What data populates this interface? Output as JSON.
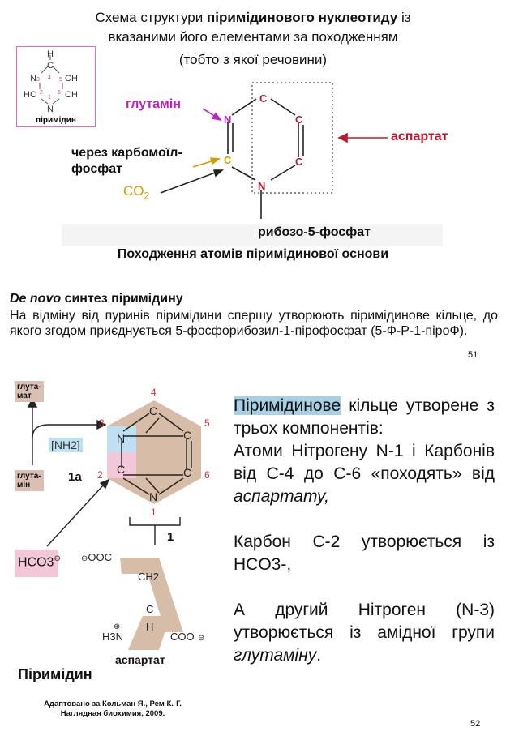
{
  "top": {
    "title_plain_1": "Схема структури ",
    "title_bold": "піримідинового нуклеотиду",
    "title_plain_2": " із",
    "title_line2": "вказаними його елементами за походженням",
    "subtitle": "(тобто з якої речовини)",
    "inset": {
      "atoms": [
        "H",
        "C",
        "N",
        "3",
        "4",
        "5",
        "CH",
        "HC",
        "2",
        "1",
        "6",
        "CH",
        "N"
      ],
      "label": "піримідин"
    },
    "ring_atoms": {
      "n3": "N",
      "c4": "C",
      "c5": "C",
      "c6": "C",
      "n1": "N",
      "c2": "C"
    },
    "labels": {
      "glutamine": "глутамін",
      "aspartate": "аспартат",
      "carbamoyl_1": "через карбомоїл-",
      "carbamoyl_2": "фосфат",
      "co2_main": "CO",
      "co2_sub": "2",
      "ribose": "рибозо-5-фосфат"
    },
    "caption": "Походження атомів піримідинової основи"
  },
  "middle": {
    "heading_italic": "De novo",
    "heading_rest": " синтез піримідину",
    "paragraph": "На відміну від пуринів піримідини спершу утворюють піримідинове кільце, до якого згодом приєднується 5-фосфорибозил-1-пірофосфат (5-Ф-Р-1-піроФ).",
    "page_number": "51"
  },
  "bottom": {
    "chips": {
      "glutamate_1": "глута-",
      "glutamate_2": "мат",
      "glutamine_1": "глута-",
      "glutamine_2": "мін"
    },
    "nh2": "[NH2]",
    "step_1a": "1a",
    "step_1": "1",
    "positions": [
      "4",
      "3",
      "5",
      "2",
      "6",
      "1"
    ],
    "ring_atoms": [
      "N",
      "C",
      "C",
      "C",
      "C",
      "N"
    ],
    "hco3": "HCO3",
    "aspartate_groups": {
      "ooc": "OOC",
      "ch2": "CH2",
      "c": "C",
      "h": "H",
      "h3n": "H3N",
      "coo": "COO"
    },
    "aspartate_label": "аспартат",
    "pyrimidine_label": "Піримідин",
    "credit_1": "Адаптовано за Кольман Я., Рем К.-Г.",
    "credit_2": "Наглядная биохимия, 2009.",
    "text": {
      "p1_highlight": "Піримідинове",
      "p1_rest": " кільце утворене з трьох компонентів:",
      "p1_line2": "Атоми Нітрогену N-1 і Карбонів від С-4 до С-6 «походять» від ",
      "p1_italic": "аспартату,",
      "p2": "Карбон С-2 утворюється із HCO3-,",
      "p3": "А другий Нітроген (N-3) утворюється із амідної групи ",
      "p3_italic": "глутаміну",
      "p3_end": "."
    },
    "page_number": "52"
  },
  "colors": {
    "magenta": "#c020c0",
    "red": "#c0182a",
    "gold": "#d0a000",
    "tan": "#d7bca7",
    "blue": "#bfe0f3",
    "pink": "#f2c7d8"
  }
}
